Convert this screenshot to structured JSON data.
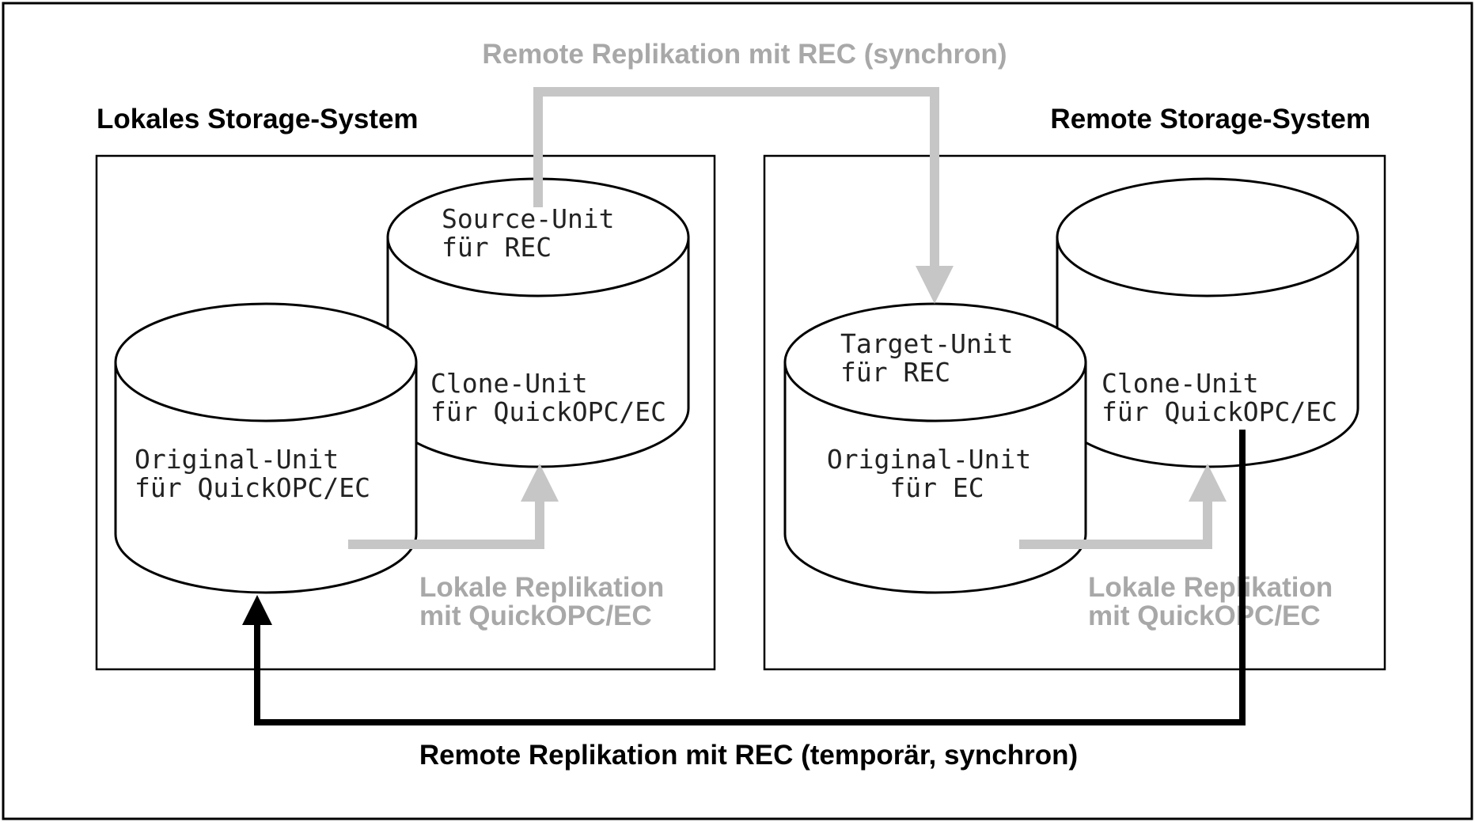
{
  "titles": {
    "local_system": "Lokales Storage-System",
    "remote_system": "Remote Storage-System",
    "remote_sync": "Remote Replikation mit REC (synchron)",
    "remote_temp_sync": "Remote Replikation mit REC (temporär, synchron)"
  },
  "local": {
    "source_unit": [
      "Source-Unit",
      "für REC"
    ],
    "clone_unit": [
      "Clone-Unit",
      "für QuickOPC/EC"
    ],
    "original_unit": [
      "Original-Unit",
      "für QuickOPC/EC"
    ],
    "replication_label": [
      "Lokale Replikation",
      "mit QuickOPC/EC"
    ]
  },
  "remote": {
    "target_unit": [
      "Target-Unit",
      "für REC"
    ],
    "original_unit": [
      "Original-Unit",
      "für EC"
    ],
    "clone_unit": [
      "Clone-Unit",
      "für QuickOPC/EC"
    ],
    "replication_label": [
      "Lokale Replikation",
      "mit QuickOPC/EC"
    ]
  },
  "colors": {
    "grey_arrow": "#c6c6c6",
    "grey_text": "#a8a8a8",
    "black": "#000000"
  }
}
